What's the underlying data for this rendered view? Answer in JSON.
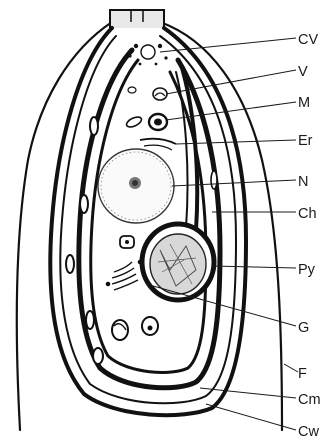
{
  "labels": {
    "cv": "CV",
    "v": "V",
    "m": "M",
    "er": "Er",
    "n": "N",
    "ch": "Ch",
    "py": "Py",
    "g": "G",
    "f": "F",
    "cm": "Cm",
    "cw": "Cw"
  },
  "colors": {
    "ink": "#111111",
    "paper": "#ffffff",
    "stipple": "#555555"
  }
}
